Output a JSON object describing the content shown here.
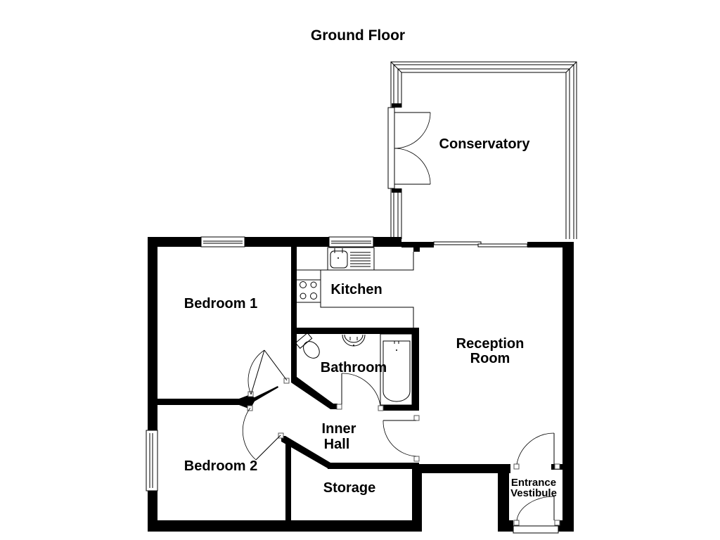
{
  "title": "Ground Floor",
  "colors": {
    "wall": "#000000",
    "background": "#ffffff",
    "fixture_line": "#000000"
  },
  "rooms": [
    {
      "id": "conservatory",
      "name": "Conservatory",
      "lines": [
        "Conservatory"
      ]
    },
    {
      "id": "bedroom-1",
      "name": "Bedroom 1",
      "lines": [
        "Bedroom 1"
      ]
    },
    {
      "id": "kitchen",
      "name": "Kitchen",
      "lines": [
        "Kitchen"
      ]
    },
    {
      "id": "reception-room",
      "name": "Reception Room",
      "lines": [
        "Reception",
        "Room"
      ]
    },
    {
      "id": "bathroom",
      "name": "Bathroom",
      "lines": [
        "Bathroom"
      ]
    },
    {
      "id": "inner-hall",
      "name": "Inner Hall",
      "lines": [
        "Inner",
        "Hall"
      ]
    },
    {
      "id": "bedroom-2",
      "name": "Bedroom 2",
      "lines": [
        "Bedroom 2"
      ]
    },
    {
      "id": "storage",
      "name": "Storage",
      "lines": [
        "Storage"
      ]
    },
    {
      "id": "entrance-vestibule",
      "name": "Entrance Vestibule",
      "lines": [
        "Entrance",
        "Vestibule"
      ]
    }
  ],
  "fixtures": [
    {
      "room": "kitchen",
      "type": "sink-with-drainer"
    },
    {
      "room": "kitchen",
      "type": "hob-four-rings"
    },
    {
      "room": "bathroom",
      "type": "toilet"
    },
    {
      "room": "bathroom",
      "type": "wash-basin"
    },
    {
      "room": "bathroom",
      "type": "bath"
    }
  ],
  "openings": [
    {
      "type": "window",
      "location": "bedroom-1-north"
    },
    {
      "type": "window",
      "location": "kitchen-north"
    },
    {
      "type": "window",
      "location": "bedroom-2-west"
    },
    {
      "type": "sliding-door",
      "location": "reception-to-conservatory"
    },
    {
      "type": "double-door",
      "location": "conservatory-west"
    },
    {
      "type": "door",
      "location": "bedroom-1"
    },
    {
      "type": "door",
      "location": "bedroom-2"
    },
    {
      "type": "door",
      "location": "bathroom"
    },
    {
      "type": "door",
      "location": "reception-room"
    },
    {
      "type": "door",
      "location": "vestibule-inner"
    },
    {
      "type": "door",
      "location": "vestibule-front"
    }
  ]
}
